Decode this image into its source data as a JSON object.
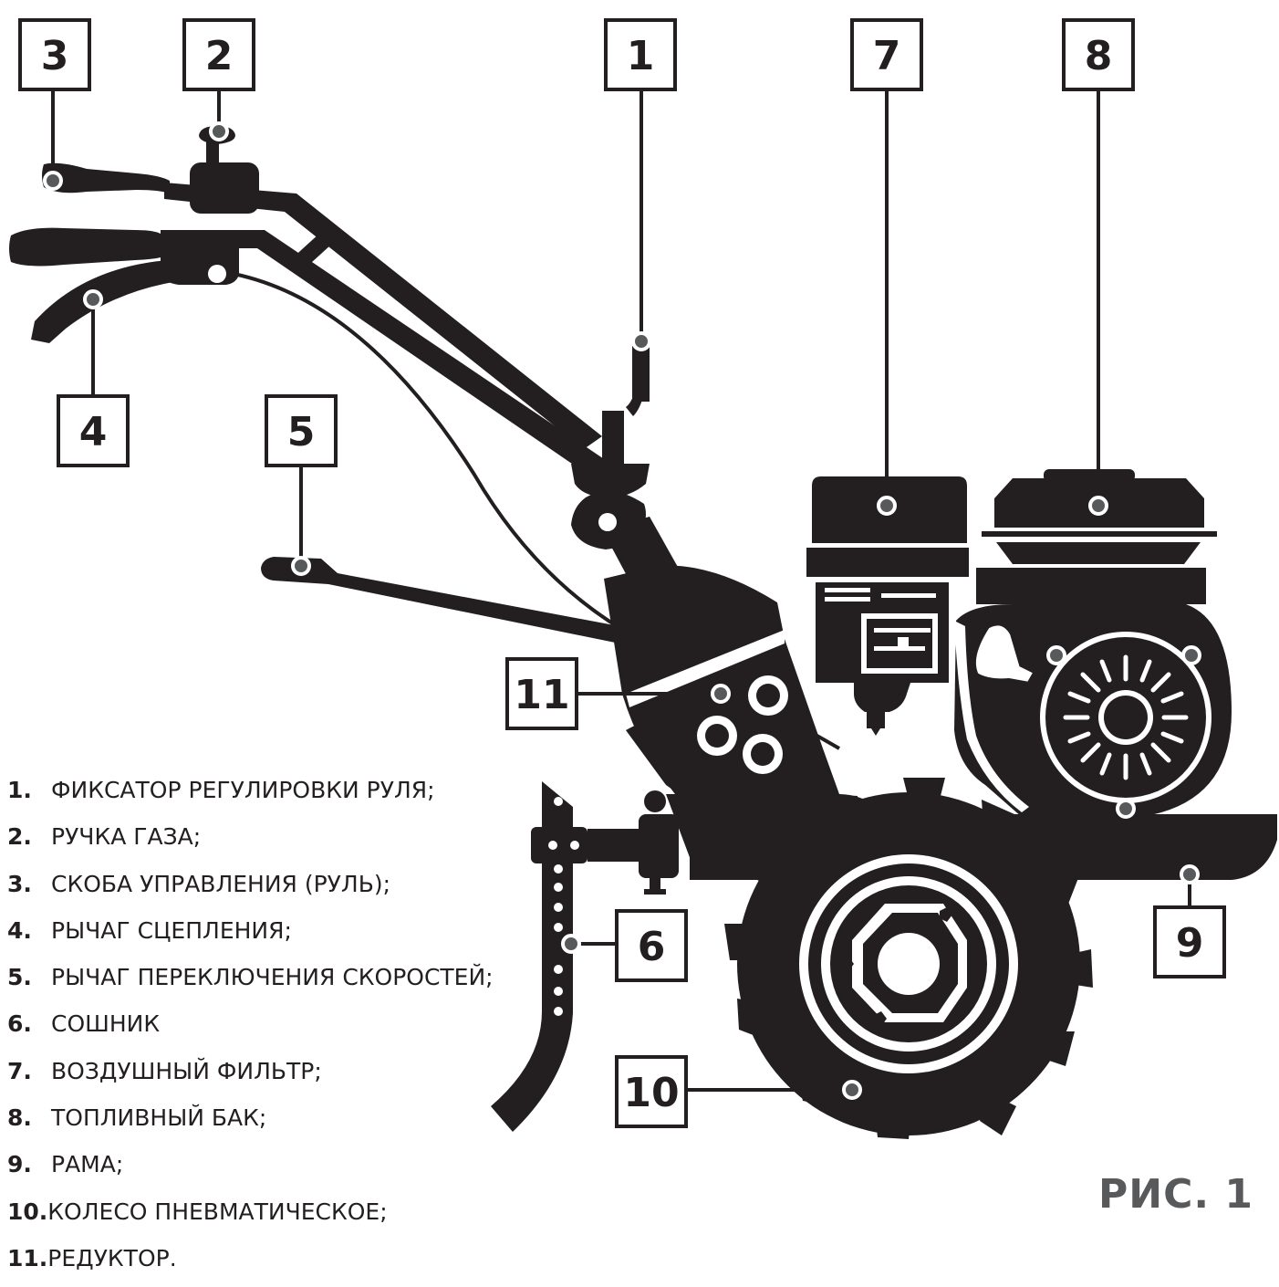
{
  "callouts": [
    {
      "num": "1",
      "label": "ФИКСАТОР РЕГУЛИРОВКИ РУЛЯ;"
    },
    {
      "num": "2",
      "label": "РУЧКА ГАЗА;"
    },
    {
      "num": "3",
      "label": "СКОБА УПРАВЛЕНИЯ (РУЛЬ);"
    },
    {
      "num": "4",
      "label": "РЫЧАГ СЦЕПЛЕНИЯ;"
    },
    {
      "num": "5",
      "label": "РЫЧАГ ПЕРЕКЛЮЧЕНИЯ СКОРОСТЕЙ;"
    },
    {
      "num": "6",
      "label": "СОШНИК"
    },
    {
      "num": "7",
      "label": "ВОЗДУШНЫЙ ФИЛЬТР;"
    },
    {
      "num": "8",
      "label": "ТОПЛИВНЫЙ БАК;"
    },
    {
      "num": "9",
      "label": "РАМА;"
    },
    {
      "num": "10",
      "label": "КОЛЕСО ПНЕВМАТИЧЕСКОЕ;"
    },
    {
      "num": "11",
      "label": "РЕДУКТОР."
    }
  ],
  "figure_caption": "РИС. 1",
  "colors": {
    "ink": "#231f20",
    "caption": "#58595b",
    "paper": "#ffffff"
  }
}
